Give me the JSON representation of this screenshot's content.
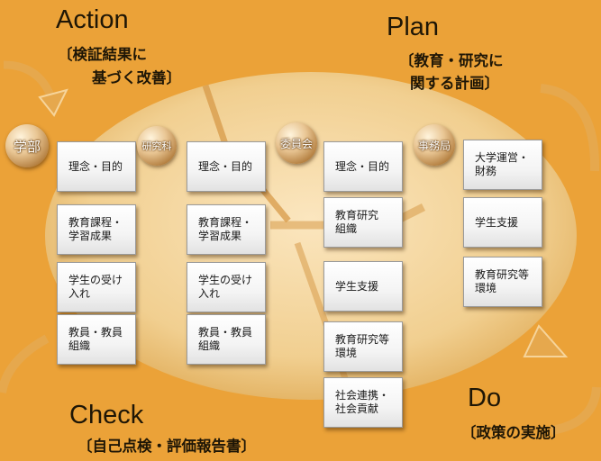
{
  "pdca": {
    "action": {
      "title": "Action",
      "subtitle_line1": "〔検証結果に",
      "subtitle_line2": "基づく改善〕"
    },
    "plan": {
      "title": "Plan",
      "subtitle_line1": "〔教育・研究に",
      "subtitle_line2": "関する計画〕"
    },
    "check": {
      "title": "Check",
      "subtitle": "〔自己点検・評価報告書〕"
    },
    "do": {
      "title": "Do",
      "subtitle": "〔政策の実施〕"
    }
  },
  "colors": {
    "background": "#eba238",
    "disc": "#f5d9a6",
    "arrow": "#d98a1c"
  },
  "columns": [
    {
      "badge": "学部",
      "items": [
        "理念・目的",
        "教育課程・\n学習成果",
        "学生の受け\n入れ",
        "教員・教員\n組織"
      ]
    },
    {
      "badge": "研究科",
      "items": [
        "理念・目的",
        "教育課程・\n学習成果",
        "学生の受け\n入れ",
        "教員・教員\n組織"
      ]
    },
    {
      "badge": "委員会",
      "items": [
        "理念・目的",
        "教育研究\n組織",
        "学生支援",
        "教育研究等\n環境",
        "社会連携・\n社会貢献"
      ]
    },
    {
      "badge": "事務局",
      "items": [
        "大学運営・\n財務",
        "学生支援",
        "教育研究等\n環境"
      ]
    }
  ]
}
